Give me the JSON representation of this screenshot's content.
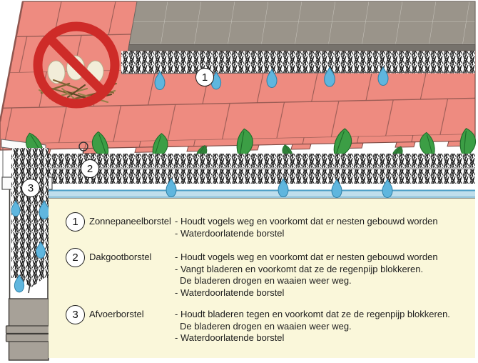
{
  "colors": {
    "roof_tile": "#EE8B80",
    "tile_line": "#8F564F",
    "solar_panel": "#9A948A",
    "panel_grid": "#C9C6BE",
    "panel_frame": "#76726C",
    "bristle": "#191919",
    "leaf": "#3C9E45",
    "leaf_dark": "#2F8038",
    "water_drop": "#5FB6DE",
    "prohibition_red": "#CE2B28",
    "egg": "#F2EDD9",
    "twig": "#7C6434",
    "gutter_blue": "#BFDEEC",
    "gutter_blue_edge": "#4D9FC6",
    "legend_bg": "#FAF7DA",
    "downpipe": "#A7A198",
    "text": "#1E1E1E"
  },
  "markers": [
    {
      "label": "1"
    },
    {
      "label": "2"
    },
    {
      "label": "3"
    }
  ],
  "legend": {
    "items": [
      {
        "num": "1",
        "label": "Zonnepaneelborstel",
        "lines": [
          "- Houdt vogels weg en voorkomt dat er nesten gebouwd worden",
          "- Waterdoorlatende borstel"
        ]
      },
      {
        "num": "2",
        "label": "Dakgootborstel",
        "lines": [
          "- Houdt vogels weg en voorkomt dat er nesten gebouwd worden",
          "- Vangt bladeren en voorkomt dat ze de regenpijp blokkeren.",
          "De bladeren drogen en waaien weer weg.",
          "- Waterdoorlatende borstel"
        ]
      },
      {
        "num": "3",
        "label": "Afvoerborstel",
        "lines": [
          "- Houdt bladeren tegen en voorkomt dat ze de regenpijp blokkeren.",
          "De bladeren drogen en waaien weer weg.",
          "- Waterdoorlatende borstel"
        ]
      }
    ]
  }
}
